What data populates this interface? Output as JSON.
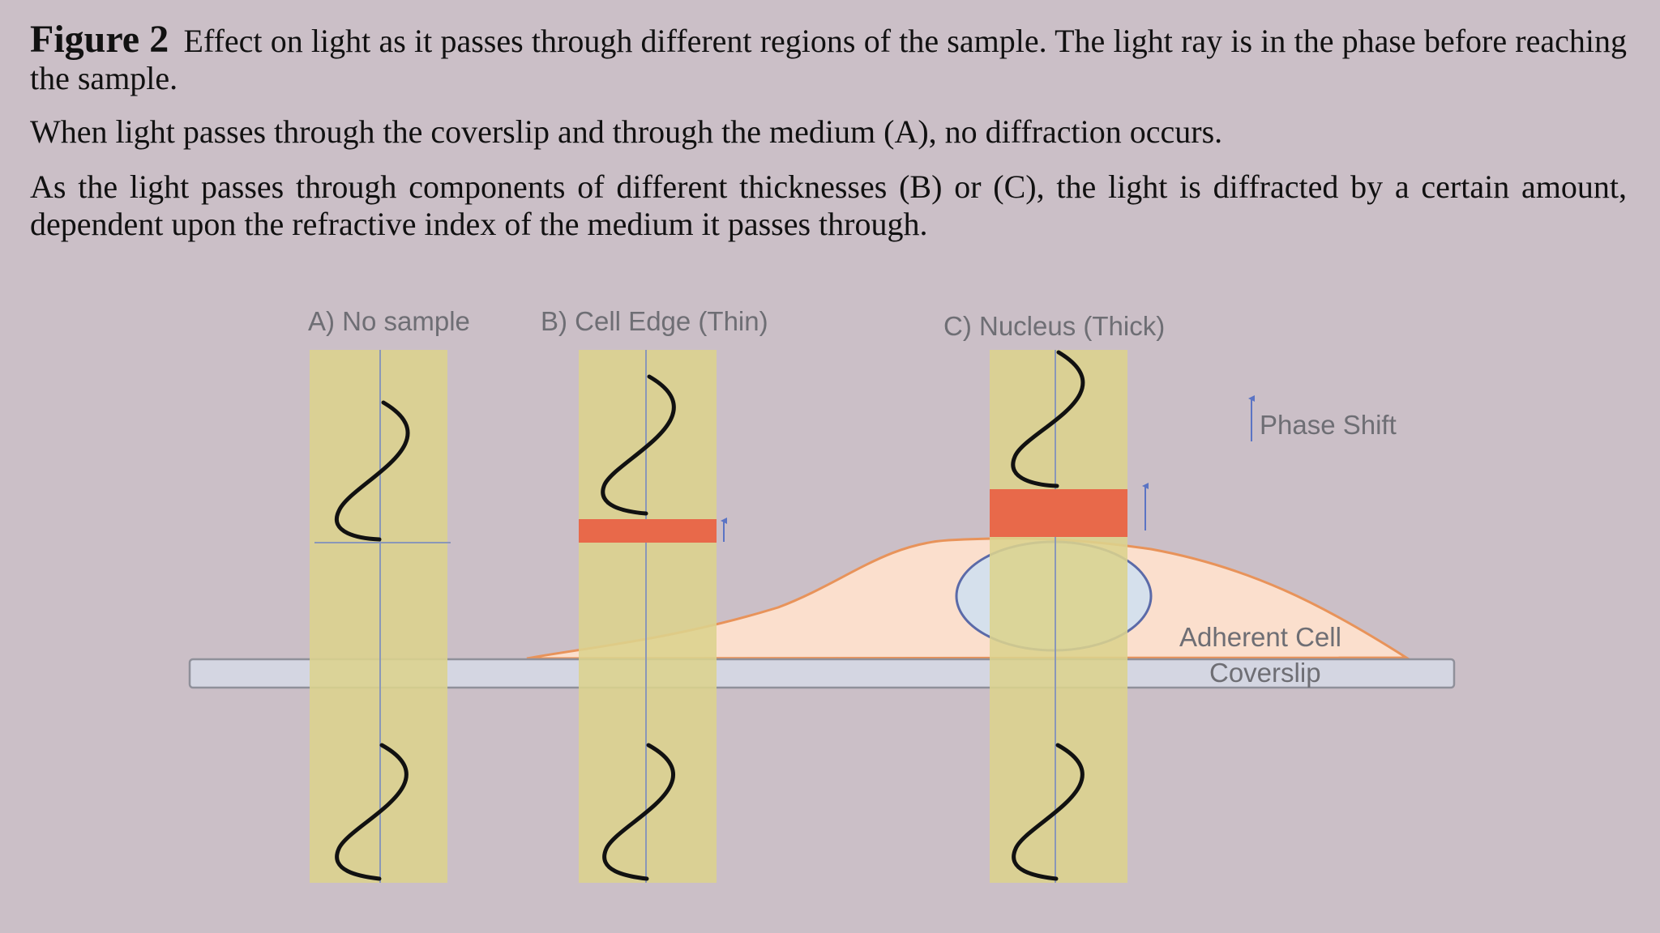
{
  "caption": {
    "figure_label": "Figure 2",
    "line1": "Effect on light as it passes through different regions of the sample. The light ray is in the phase before reaching the sample.",
    "line2": "When light passes through the coverslip and through the medium (A), no diffraction occurs.",
    "line3": "As the light passes through components of different thicknesses (B) or (C), the light is diffracted by a certain amount, dependent upon the refractive index of the medium it passes through."
  },
  "diagram": {
    "column_labels": {
      "a": "A) No sample",
      "b": "B) Cell Edge (Thin)",
      "c": "C) Nucleus (Thick)"
    },
    "legend_phase_shift": "Phase Shift",
    "cell_label": "Adherent Cell",
    "coverslip_label": "Coverslip",
    "colors": {
      "background": "#cbbfc7",
      "light_beam": "#dcd38d",
      "phase_block": "#e8694a",
      "cell_fill": "#fbdfcd",
      "cell_outline": "#e8935a",
      "nucleus_fill": "#d5e0ec",
      "coverslip_fill": "#d4d6e2",
      "arrow": "#5b74c4"
    }
  }
}
